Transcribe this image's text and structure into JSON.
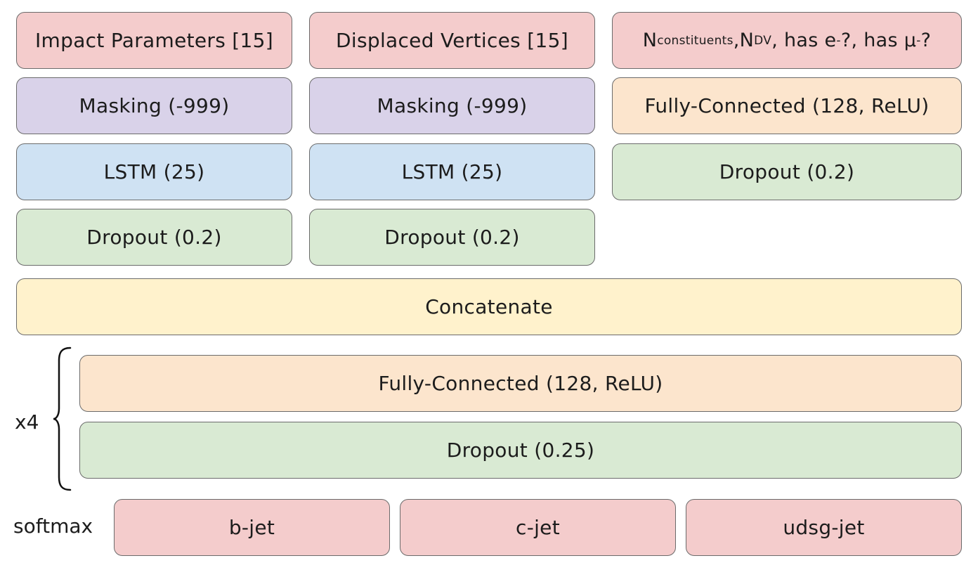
{
  "columns": [
    {
      "input": "Impact Parameters [15]",
      "masking": "Masking (-999)",
      "lstm": "LSTM (25)",
      "dropout": "Dropout (0.2)"
    },
    {
      "input": "Displaced Vertices [15]",
      "masking": "Masking (-999)",
      "lstm": "LSTM (25)",
      "dropout": "Dropout (0.2)"
    },
    {
      "input_parts": {
        "n1": "N",
        "n1_sub": "constituents",
        "sep1": ", ",
        "n2": "N",
        "n2_sub": "DV",
        "sep2": ", has e",
        "sup1": "-",
        "sep3": "?, has μ",
        "sup2": "-",
        "end": "?"
      },
      "dense": "Fully-Connected (128, ReLU)",
      "dropout": "Dropout (0.2)"
    }
  ],
  "concatenate": "Concatenate",
  "repeat_block": {
    "label": "x4",
    "dense": "Fully-Connected (128, ReLU)",
    "dropout": "Dropout (0.25)"
  },
  "output": {
    "label": "softmax",
    "classes": [
      "b-jet",
      "c-jet",
      "udsg-jet"
    ]
  },
  "colors": {
    "input": "#f4cccc",
    "masking": "#d9d2e9",
    "dense": "#fce5cd",
    "lstm": "#cfe2f3",
    "dropout": "#d9ead3",
    "concatenate": "#fff2cc"
  }
}
